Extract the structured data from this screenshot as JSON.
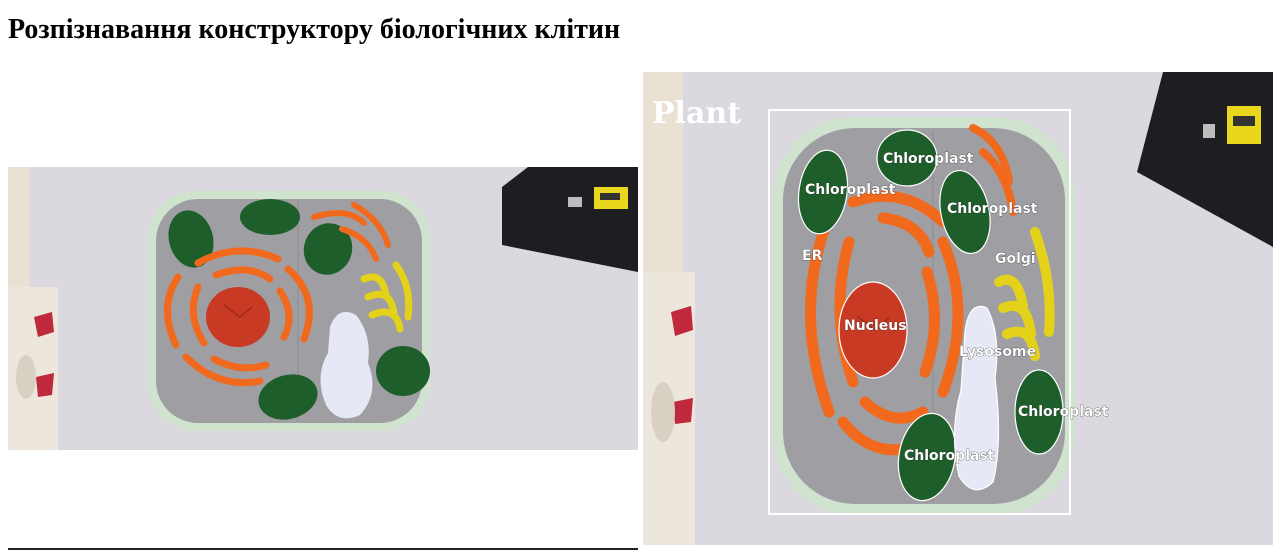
{
  "page": {
    "title": "Розпізнавання конструктору біологічних клітин"
  },
  "original_image": {
    "kind": "photo",
    "subject": "cell-model-kit"
  },
  "detection_image": {
    "class_label": "Plant",
    "labels": {
      "chloroplast_1": "Chloroplast",
      "chloroplast_2": "Chloroplast",
      "chloroplast_3": "Chloroplast",
      "chloroplast_4": "Chloroplast",
      "chloroplast_5": "Chloroplast",
      "er": "ER",
      "golgi": "Golgi",
      "nucleus": "Nucleus",
      "lysosome": "Lysosome"
    }
  },
  "colors": {
    "background": "#dcd8df",
    "cell_wall": "#cfe3cf",
    "cytoplasm": "#9f9fa3",
    "chloroplast": "#1d5e2a",
    "er": "#f0691d",
    "nucleus": "#c83a24",
    "golgi": "#e4d21a",
    "lysosome": "#dfe3f2",
    "annotation": "#ffffff"
  }
}
